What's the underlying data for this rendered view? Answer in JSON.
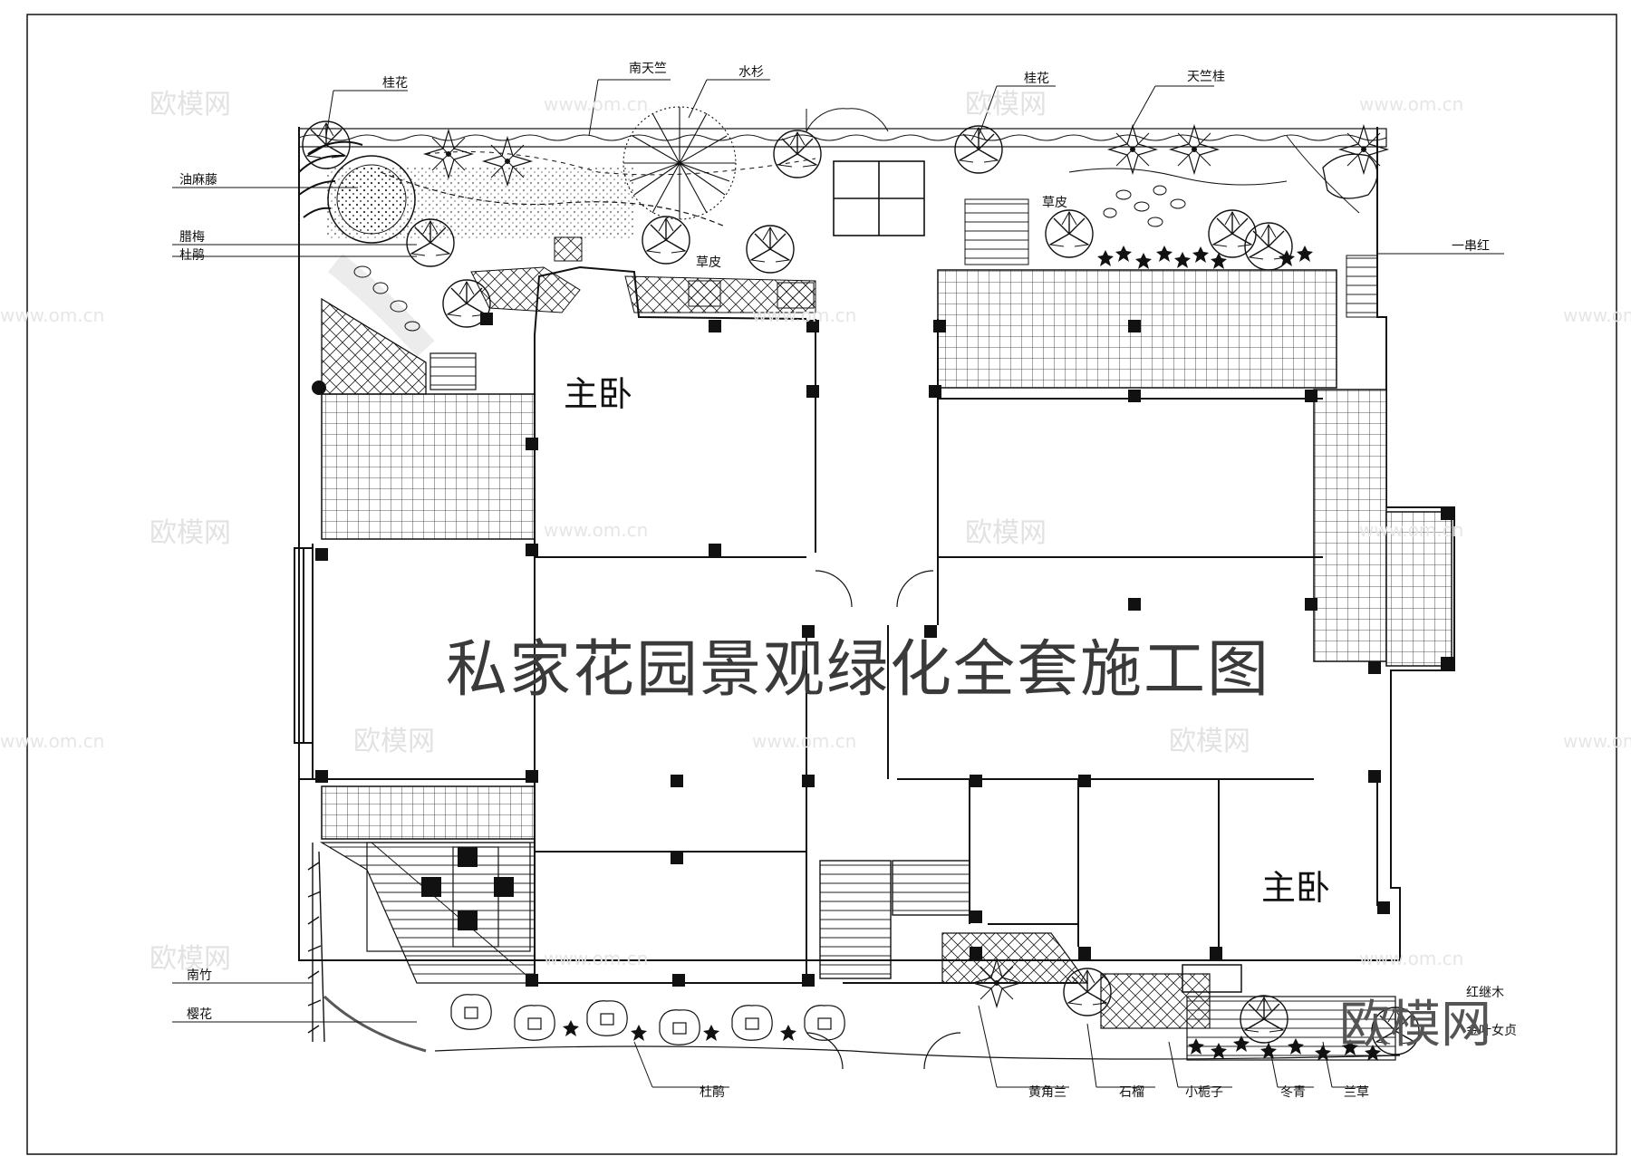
{
  "drawing": {
    "title": "私家花园景观绿化全套施工图",
    "corner_logo": "欧模网",
    "watermark_logo": "欧模网",
    "watermark_url": "www.om.cn",
    "rooms": {
      "master_bedroom_top": "主卧",
      "master_bedroom_bottom": "主卧"
    },
    "plant_labels": {
      "osmanthus_left": "桂花",
      "nandina": "南天竺",
      "metasequoia": "水杉",
      "osmanthus_right": "桂花",
      "tianzhugui": "天竺桂",
      "youmateng": "油麻藤",
      "wintersweet": "腊梅",
      "azalea_left": "杜鹃",
      "lawn_left": "草皮",
      "lawn_right": "草皮",
      "salvia": "一串红",
      "bamboo": "南竹",
      "cherry": "樱花",
      "azalea_bottom": "杜鹃",
      "michelia": "黄角兰",
      "pomegranate": "石榴",
      "gardenia": "小栀子",
      "holly": "冬青",
      "orchid_grass": "兰草",
      "loropetalum": "红继木",
      "golden_leaf": "金叶女贞"
    }
  },
  "colors": {
    "line": "#111111",
    "title": "#3a3a3a",
    "watermark": "#e2e2e2"
  }
}
